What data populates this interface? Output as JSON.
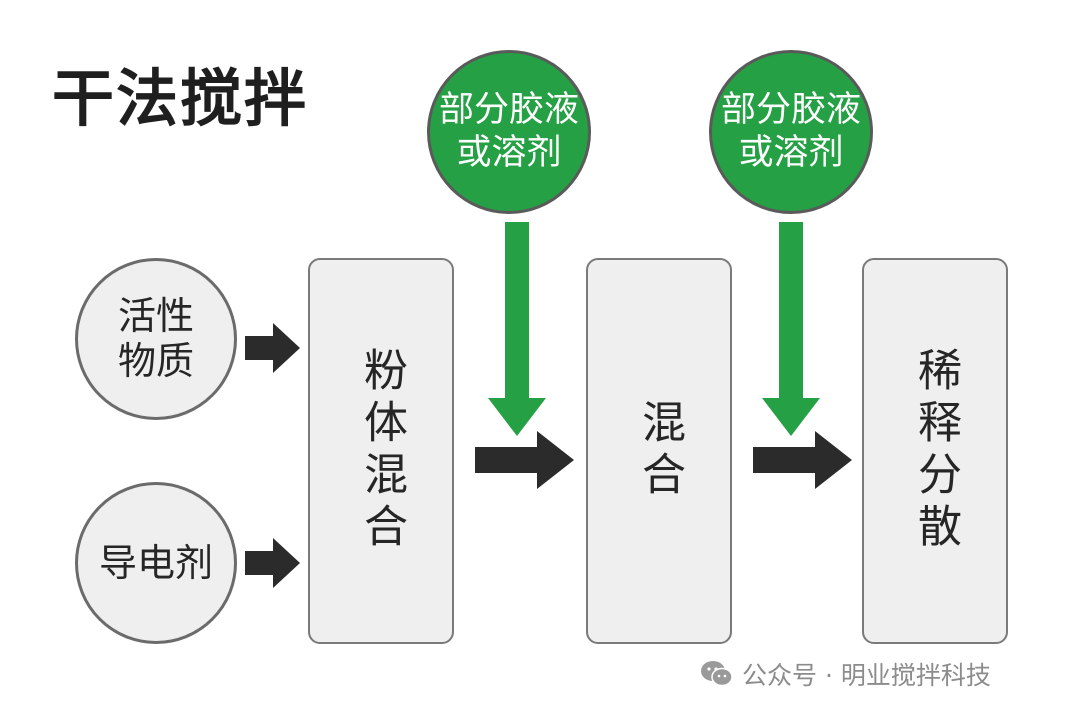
{
  "title": "干法搅拌",
  "inputs": {
    "active_material": "活性物质",
    "conductive_agent": "导电剂"
  },
  "additives": [
    {
      "label": "部分胶液或溶剂"
    },
    {
      "label": "部分胶液或溶剂"
    }
  ],
  "steps": [
    {
      "label": "粉体混合"
    },
    {
      "label": "混合"
    },
    {
      "label": "稀释分散"
    }
  ],
  "watermark": {
    "text": "公众号 · 明业搅拌科技",
    "icon": "wechat-icon"
  },
  "colors": {
    "green": "#25a045",
    "arrow_dark": "#2b2b2b",
    "box_fill": "#efefef"
  }
}
